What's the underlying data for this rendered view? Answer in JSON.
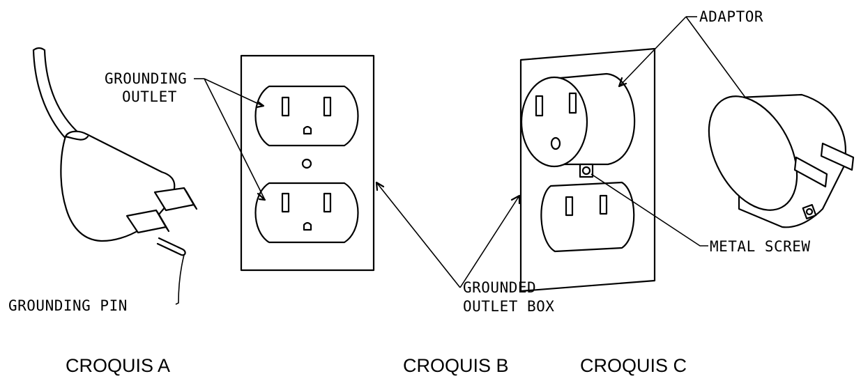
{
  "labels": {
    "grounding_outlet_line1": "GROUNDING",
    "grounding_outlet_line2": "OUTLET",
    "grounding_pin": "GROUNDING PIN",
    "grounded_outlet_box_line1": "GROUNDED",
    "grounded_outlet_box_line2": "OUTLET BOX",
    "adaptor": "ADAPTOR",
    "metal_screw": "METAL SCREW"
  },
  "captions": {
    "a": "CROQUIS A",
    "b": "CROQUIS B",
    "c": "CROQUIS C"
  },
  "colors": {
    "ink": "#000000",
    "paper": "#ffffff"
  }
}
